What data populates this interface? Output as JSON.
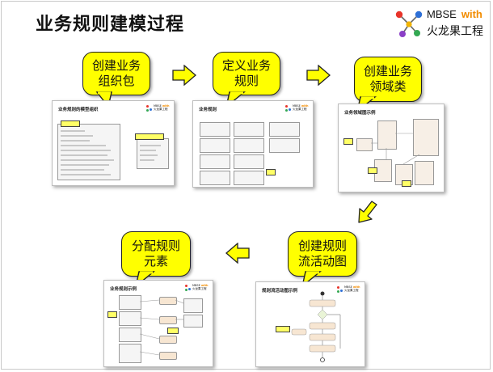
{
  "page": {
    "title": "业务规则建模过程"
  },
  "logo": {
    "brand": "MBSE",
    "with": "with",
    "name": "火龙果工程"
  },
  "steps": [
    {
      "label_line1": "创建业务",
      "label_line2": "组织包",
      "thumb_title": "业务规则的模型组织"
    },
    {
      "label_line1": "定义业务",
      "label_line2": "规则",
      "thumb_title": "业务规则"
    },
    {
      "label_line1": "创建业务",
      "label_line2": "领域类",
      "thumb_title": "业务领域图示例"
    },
    {
      "label_line1": "创建规则",
      "label_line2": "流活动图",
      "thumb_title": "规则流活动图示例"
    },
    {
      "label_line1": "分配规则",
      "label_line2": "元素",
      "thumb_title": "业务规则示例"
    }
  ],
  "colors": {
    "callout": "#ffff00",
    "arrow": "#ffff00",
    "logo_accent": "#f28c00"
  },
  "icons": [
    "logo-molecule-icon",
    "arrow-right-icon",
    "arrow-down-left-icon",
    "arrow-left-icon"
  ]
}
